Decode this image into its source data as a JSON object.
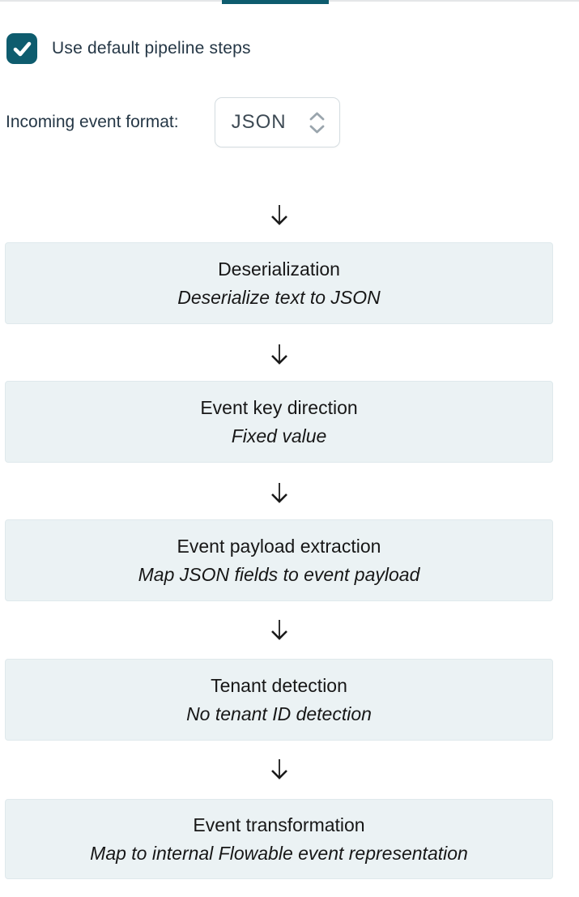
{
  "header": {
    "active_tab_indicator": "current tab underline (tab label cropped above viewport)"
  },
  "options": {
    "use_default_pipeline": {
      "label": "Use default pipeline steps",
      "checked": true
    }
  },
  "incoming_format": {
    "label": "Incoming event format:",
    "selected_value": "JSON"
  },
  "pipeline": {
    "steps": [
      {
        "title": "Deserialization",
        "subtitle": "Deserialize text to JSON"
      },
      {
        "title": "Event key direction",
        "subtitle": "Fixed value"
      },
      {
        "title": "Event payload extraction",
        "subtitle": "Map JSON fields to event payload"
      },
      {
        "title": "Tenant detection",
        "subtitle": "No tenant ID detection"
      },
      {
        "title": "Event transformation",
        "subtitle": "Map to internal Flowable event representation"
      }
    ]
  },
  "icons": {
    "checkbox_check": "check-icon ✓",
    "select_chevrons": "up-down-chevrons-icon",
    "flow_arrow": "down-arrow-icon ↓"
  },
  "colors": {
    "accent_teal": "#0E5C6E",
    "divider_gray": "#E4E6E8",
    "label_text": "#253746",
    "step_box_bg": "#EBF2F4",
    "step_box_border": "#DFE9EC",
    "step_text": "#171717",
    "select_border": "#D5DDE1",
    "select_text": "#3D4A54",
    "chevron_gray": "#9AA5AD",
    "arrow_black": "#1A1A1A"
  }
}
